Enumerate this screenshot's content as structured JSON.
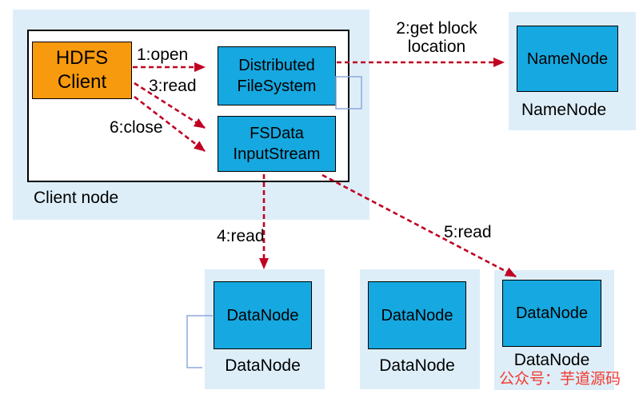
{
  "colors": {
    "page-bg": "#ffffff",
    "container-bg": "#ddeef8",
    "node-fill": "#16a8e0",
    "node-border": "#000000",
    "client-fill": "#f89a0d",
    "arrow": "#c00021",
    "bracket": "#8eaadb",
    "watermark-color": "#f5392f",
    "text": "#000000"
  },
  "client_node": {
    "caption": "Client node",
    "hdfs_client": "HDFS\nClient",
    "distributed_filesystem": "Distributed\nFileSystem",
    "fsdata_inputstream": "FSData\nInputStream"
  },
  "namenode": {
    "box_label": "NameNode",
    "caption": "NameNode"
  },
  "datanodes": [
    {
      "box_label": "DataNode",
      "caption": "DataNode"
    },
    {
      "box_label": "DataNode",
      "caption": "DataNode"
    },
    {
      "box_label": "DataNode",
      "caption": "DataNode"
    }
  ],
  "arrows": {
    "open": "1:open",
    "get_block_location": "2:get block\nlocation",
    "read3": "3:read",
    "read4": "4:read",
    "read5": "5:read",
    "close6": "6:close"
  },
  "watermark": "公众号：芋道源码"
}
